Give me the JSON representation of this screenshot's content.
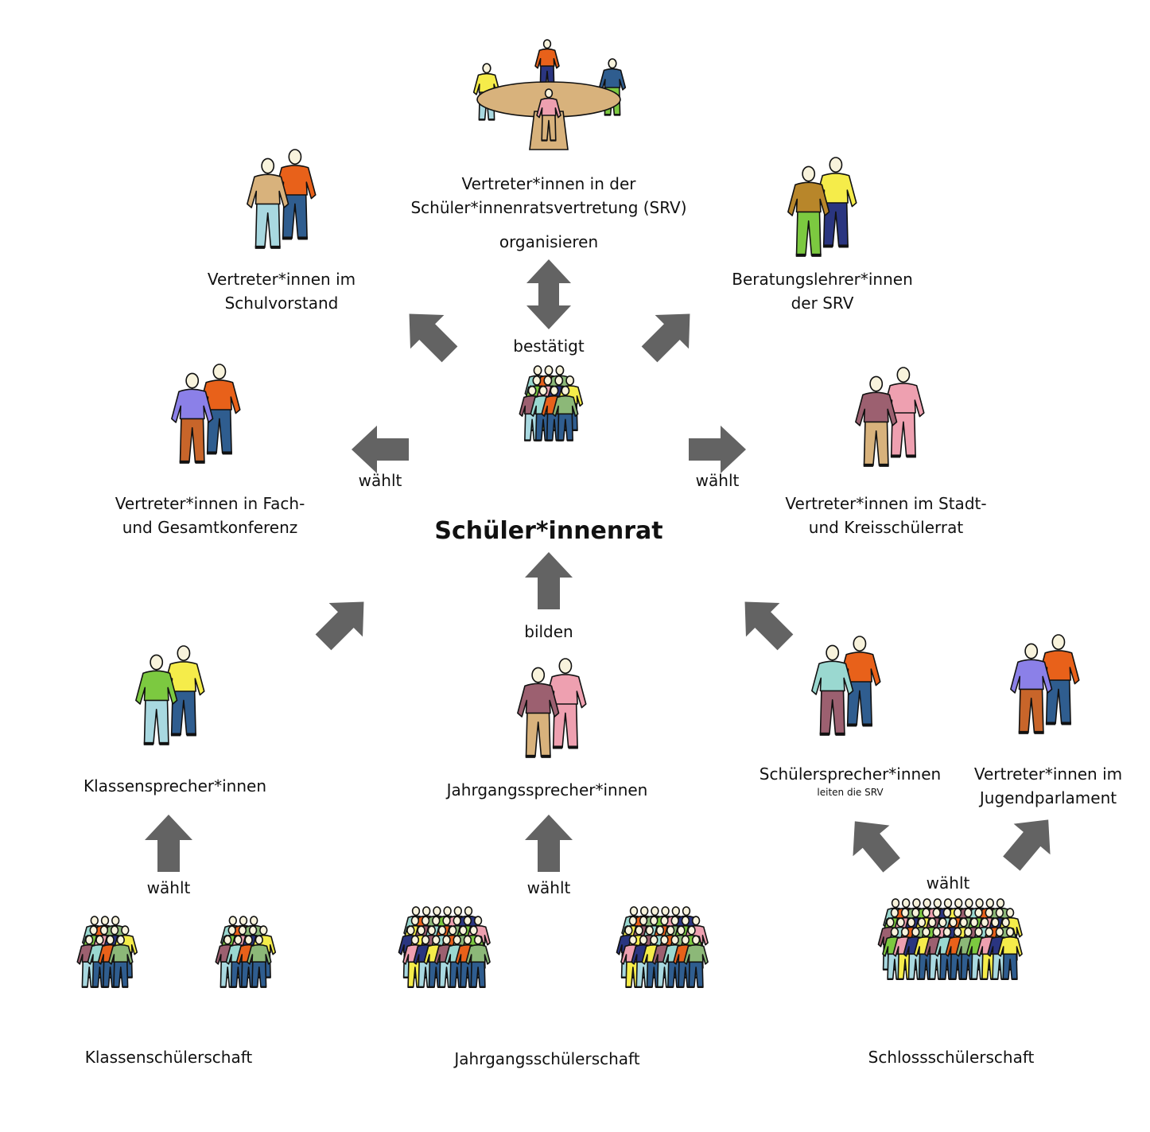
{
  "center": {
    "title": "Schüler*innenrat"
  },
  "nodes": {
    "srv": {
      "line1": "Vertreter*innen in der",
      "line2": "Schüler*innenratsvertretung (SRV)"
    },
    "schulvorstand": {
      "line1": "Vertreter*innen im",
      "line2": "Schulvorstand"
    },
    "beratung": {
      "line1": "Beratungslehrer*innen",
      "line2": "der SRV"
    },
    "konferenz": {
      "line1": "Vertreter*innen in Fach-",
      "line2": "und Gesamtkonferenz"
    },
    "stadt": {
      "line1": "Vertreter*innen im Stadt-",
      "line2": "und Kreisschülerrat"
    },
    "klassensprecher": {
      "line1": "Klassensprecher*innen"
    },
    "jahrgangssprecher": {
      "line1": "Jahrgangssprecher*innen"
    },
    "schuelersprecher": {
      "line1": "Schülersprecher*innen",
      "note": "leiten die SRV"
    },
    "jugendparlament": {
      "line1": "Vertreter*innen im",
      "line2": "Jugendparlament"
    },
    "klassenschueler": {
      "line1": "Klassenschülerschaft"
    },
    "jahrgangsschueler": {
      "line1": "Jahrgangsschülerschaft"
    },
    "schlossschueler": {
      "line1": "Schlossschülerschaft"
    }
  },
  "verbs": {
    "organisieren": "organisieren",
    "bestaetigt": "bestätigt",
    "waehlt_left": "wählt",
    "waehlt_right": "wählt",
    "bilden": "bilden",
    "waehlt_klasse": "wählt",
    "waehlt_jahrgang": "wählt",
    "waehlt_schloss": "wählt"
  },
  "colors": {
    "arrow": "#636363",
    "orange": "#e8611a",
    "tan": "#d8b27c",
    "lightblue": "#a8d8e0",
    "blue": "#2f5d8f",
    "lilac": "#8b80e8",
    "rust": "#c8652a",
    "mustard": "#b8862a",
    "yellow": "#f5ec4a",
    "green": "#7cc940",
    "mauve": "#9c6070",
    "pink": "#eea0b0",
    "teal": "#9ad8d0",
    "navy": "#2a3580",
    "sage": "#8cb878"
  },
  "icons": {
    "pair": "person-pair-icon",
    "meeting": "meeting-table-icon",
    "group": "student-group-icon"
  }
}
